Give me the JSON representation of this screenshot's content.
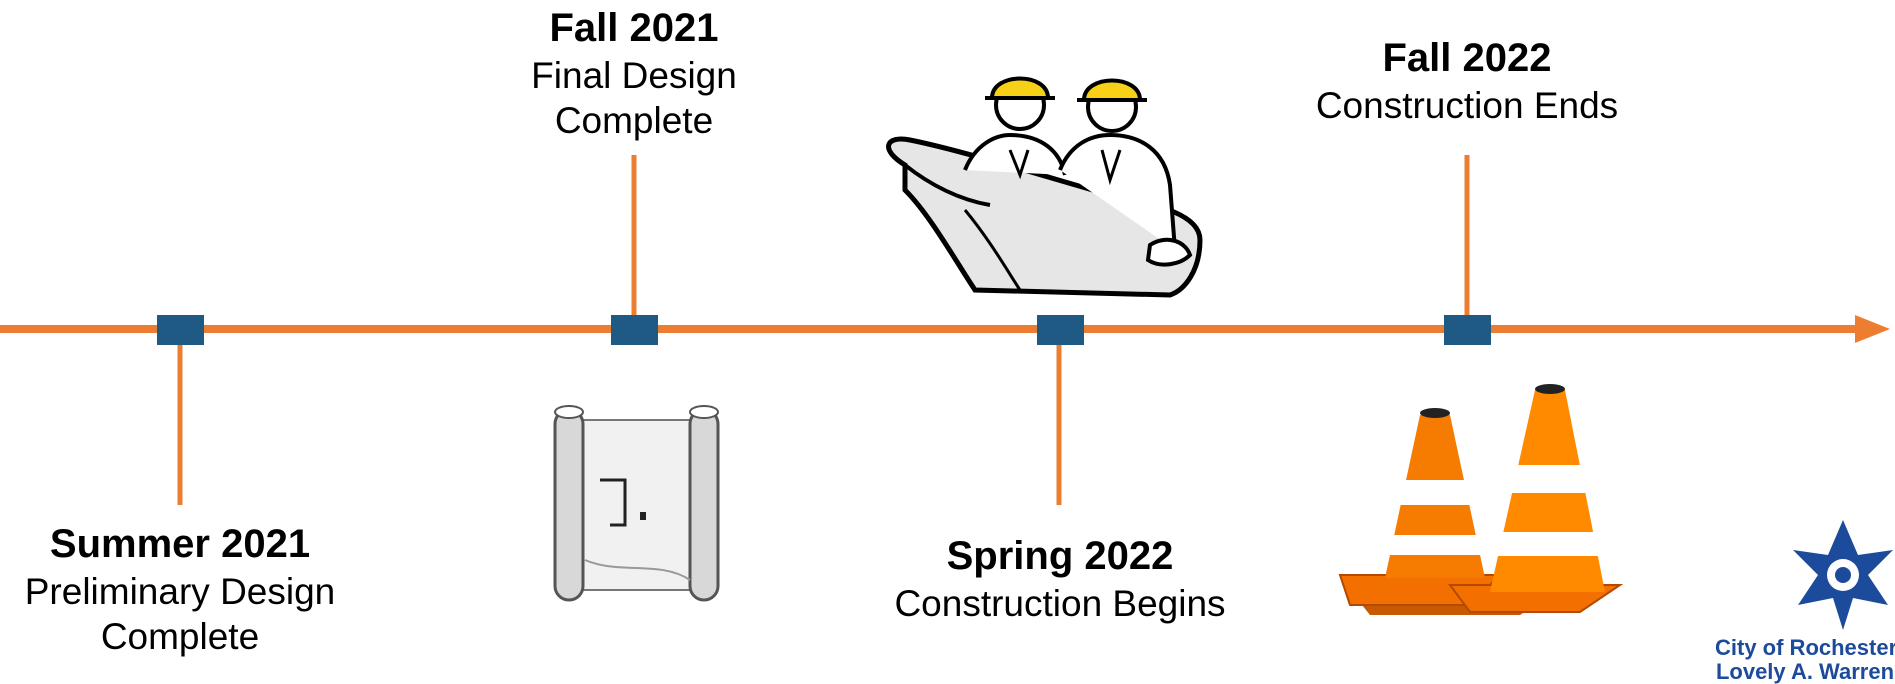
{
  "milestones": [
    {
      "title": "Summer 2021",
      "line1": "Preliminary Design",
      "line2": "Complete"
    },
    {
      "title": "Fall 2021",
      "line1": "Final Design",
      "line2": "Complete"
    },
    {
      "title": "Spring 2022",
      "line1": "Construction Begins",
      "line2": ""
    },
    {
      "title": "Fall 2022",
      "line1": "Construction Ends",
      "line2": ""
    }
  ],
  "logo": {
    "line1": "City of Rochester",
    "line2": "Lovely A. Warren"
  },
  "colors": {
    "timeline": "#ED7D31",
    "marker": "#1F5A85",
    "logo": "#1C4B9C"
  },
  "icons": [
    "engineers-icon",
    "blueprint-scroll-icon",
    "traffic-cones-icon",
    "city-logo-icon"
  ]
}
